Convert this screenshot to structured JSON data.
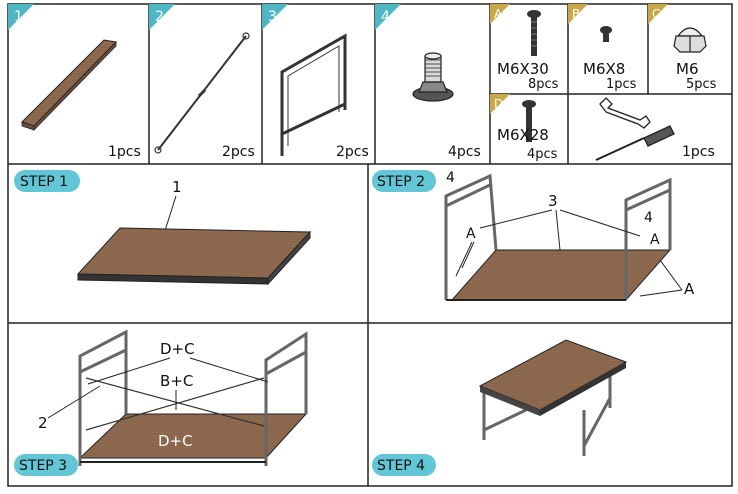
{
  "parts": [
    {
      "number": "1",
      "qty": "1pcs"
    },
    {
      "number": "2",
      "qty": "2pcs"
    },
    {
      "number": "3",
      "qty": "2pcs"
    },
    {
      "number": "4",
      "qty": "4pcs"
    }
  ],
  "hardware": [
    {
      "letter": "A",
      "size": "M6X30",
      "qty": "8pcs"
    },
    {
      "letter": "B",
      "size": "M6X8",
      "qty": "1pcs"
    },
    {
      "letter": "C",
      "size": "M6",
      "qty": "5pcs"
    },
    {
      "letter": "D",
      "size": "M6X28",
      "qty": "4pcs"
    }
  ],
  "tools": {
    "qty": "1pcs"
  },
  "steps": [
    {
      "label": "STEP 1",
      "callouts": [
        "1"
      ]
    },
    {
      "label": "STEP 2",
      "callouts": [
        "4",
        "3",
        "A",
        "4",
        "A",
        "A"
      ]
    },
    {
      "label": "STEP 3",
      "callouts": [
        "D+C",
        "B+C",
        "D+C",
        "2"
      ]
    },
    {
      "label": "STEP 4",
      "callouts": []
    }
  ],
  "colors": {
    "badge": "#4fb7c4",
    "step_badge": "#62c6d6",
    "wood": "#8e6b4f",
    "frame": "#6f6f6f",
    "line": "#111111"
  }
}
